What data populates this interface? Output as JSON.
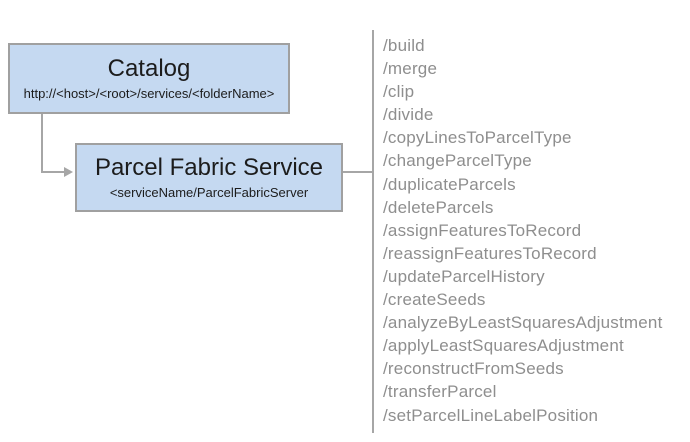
{
  "diagram": {
    "catalog_box": {
      "title": "Catalog",
      "subtitle": "http://<host>/<root>/services/<folderName>"
    },
    "service_box": {
      "title": "Parcel Fabric Service",
      "subtitle": "<serviceName/ParcelFabricServer"
    },
    "operations": [
      "/build",
      "/merge",
      "/clip",
      "/divide",
      "/copyLinesToParcelType",
      "/changeParcelType",
      "/duplicateParcels",
      "/deleteParcels",
      "/assignFeaturesToRecord",
      "/reassignFeaturesToRecord",
      "/updateParcelHistory",
      "/createSeeds",
      "/analyzeByLeastSquaresAdjustment",
      "/applyLeastSquaresAdjustment",
      "/reconstructFromSeeds",
      "/transferParcel",
      "/setParcelLineLabelPosition"
    ],
    "colors": {
      "box_fill": "#c5d9f1",
      "box_border": "#a0a0a0",
      "connector": "#a6a6a6",
      "operation_text": "#8e8e8e",
      "title_text": "#1c1c1c"
    }
  }
}
